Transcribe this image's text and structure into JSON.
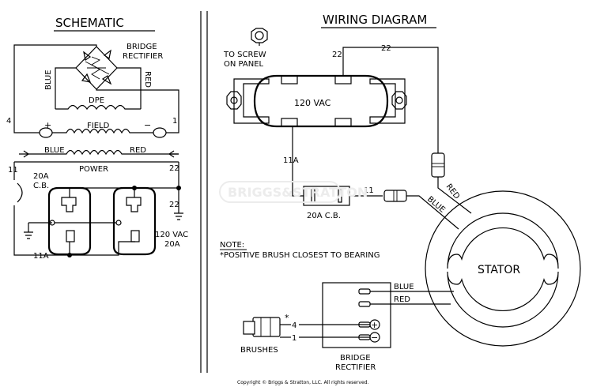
{
  "schematic": {
    "title": "SCHEMATIC",
    "bridge_rectifier_label_1": "BRIDGE",
    "bridge_rectifier_label_2": "RECTIFIER",
    "wire_blue_vertical": "BLUE",
    "wire_red_vertical": "RED",
    "dpe_label": "DPE",
    "terminal_4": "4",
    "terminal_1": "1",
    "plus_sign": "+",
    "minus_sign": "−",
    "field_label": "FIELD",
    "power_blue": "BLUE",
    "power_red": "RED",
    "power_label": "POWER",
    "terminal_11": "11",
    "breaker_rating": "20A",
    "breaker_type": "C.B.",
    "terminal_22_top": "22",
    "terminal_22_bottom": "22",
    "voltage_label": "120 VAC",
    "amp_label": "20A",
    "wire_11a": "11A"
  },
  "wiring_diagram": {
    "title": "WIRING DIAGRAM",
    "to_screw_1": "TO SCREW",
    "to_screw_2": "ON PANEL",
    "wire_22_a": "22",
    "wire_22_b": "22",
    "receptacle_label": "120 VAC",
    "wire_11a": "11A",
    "breaker_label": "20A C.B.",
    "wire_11": "11",
    "red_wire": "RED",
    "blue_wire": "BLUE",
    "note_title": "NOTE:",
    "note_text": "*POSITIVE BRUSH CLOSEST TO BEARING",
    "stator_label": "STATOR",
    "blue_lead": "BLUE",
    "red_lead": "RED",
    "asterisk": "*",
    "brush_4": "4",
    "brush_1": "1",
    "brushes_label": "BRUSHES",
    "rectifier_label_1": "BRIDGE",
    "rectifier_label_2": "RECTIFIER",
    "plus_symbol": "+",
    "minus_symbol": "−"
  },
  "watermark": "BRIGGS&STRATTON",
  "copyright": "Copyright © Briggs & Stratton, LLC. All rights reserved."
}
